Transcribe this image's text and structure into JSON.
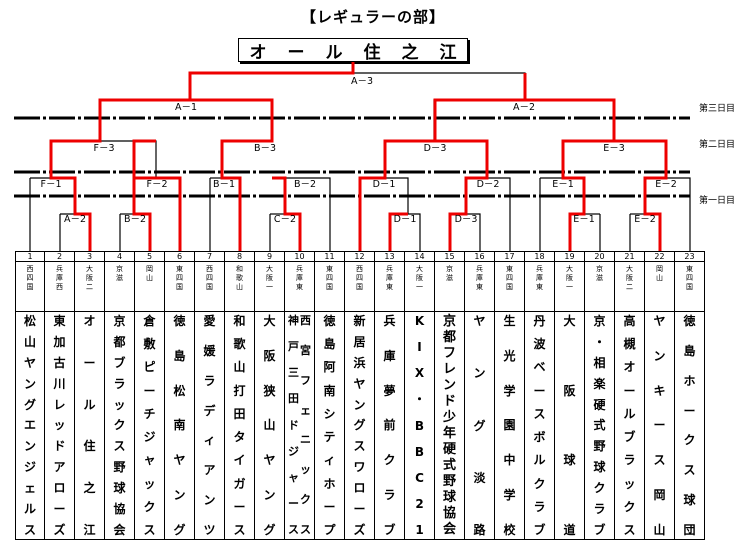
{
  "title": "【レギュラーの部】",
  "champion": "オール住之江",
  "matches": {
    "final": "A－3",
    "semi_left": "A－1",
    "semi_right": "A－2",
    "q1": "F－3",
    "q2": "B－3",
    "q3": "D－3",
    "q4": "E－3",
    "r1": "F－1",
    "r2": "F－2",
    "r3": "B－1",
    "r4": "B－2",
    "r5": "D－1",
    "r6": "D－2",
    "r7": "E－1",
    "r8": "E－2",
    "s1": "A－2",
    "s2": "B－2",
    "s3": "C－2",
    "s4": "D－1",
    "s5": "D－3",
    "s6": "E－1",
    "s7": "E－2"
  },
  "days": {
    "day3": "第三日目",
    "day2": "第二日目",
    "day1": "第一日目"
  },
  "teams": [
    {
      "num": "1",
      "pref": "西四国",
      "name": "松山ヤングエンジェルス"
    },
    {
      "num": "2",
      "pref": "兵庫西",
      "name": "東加古川レッドアローズ"
    },
    {
      "num": "3",
      "pref": "大阪二",
      "name": "オール住之江"
    },
    {
      "num": "4",
      "pref": "京滋",
      "name": "京都ブラックス野球協会"
    },
    {
      "num": "5",
      "pref": "岡山",
      "name": "倉敷ピーチジャックス"
    },
    {
      "num": "6",
      "pref": "東四国",
      "name": "徳島松南ヤング"
    },
    {
      "num": "7",
      "pref": "西四国",
      "name": "愛媛ラディアンツ"
    },
    {
      "num": "8",
      "pref": "和歌山",
      "name": "和歌山打田タイガース"
    },
    {
      "num": "9",
      "pref": "大阪一",
      "name": "大阪狭山ヤング"
    },
    {
      "num": "10",
      "pref": "兵庫東",
      "name": "神戸三田ドジャース",
      "name2": "西宮フェニックス"
    },
    {
      "num": "11",
      "pref": "東四国",
      "name": "徳島阿南シティホープ"
    },
    {
      "num": "12",
      "pref": "西四国",
      "name": "新居浜ヤングスワローズ"
    },
    {
      "num": "13",
      "pref": "兵庫東",
      "name": "兵庫夢前クラブ"
    },
    {
      "num": "14",
      "pref": "大阪一",
      "name": "KIX・BBC21"
    },
    {
      "num": "15",
      "pref": "京滋",
      "name": "京都フレンド少年硬式野球協会"
    },
    {
      "num": "16",
      "pref": "兵庫東",
      "name": "ヤング淡路"
    },
    {
      "num": "17",
      "pref": "東四国",
      "name": "生光学園中学校"
    },
    {
      "num": "18",
      "pref": "兵庫東",
      "name": "丹波ベースボルクラブ"
    },
    {
      "num": "19",
      "pref": "大阪一",
      "name": "大阪球道"
    },
    {
      "num": "20",
      "pref": "京滋",
      "name": "京・相楽硬式野球クラブ"
    },
    {
      "num": "21",
      "pref": "大阪二",
      "name": "高槻オールブラックス"
    },
    {
      "num": "22",
      "pref": "岡山",
      "name": "ヤンキース岡山"
    },
    {
      "num": "23",
      "pref": "東四国",
      "name": "徳島ホークス球団"
    }
  ]
}
